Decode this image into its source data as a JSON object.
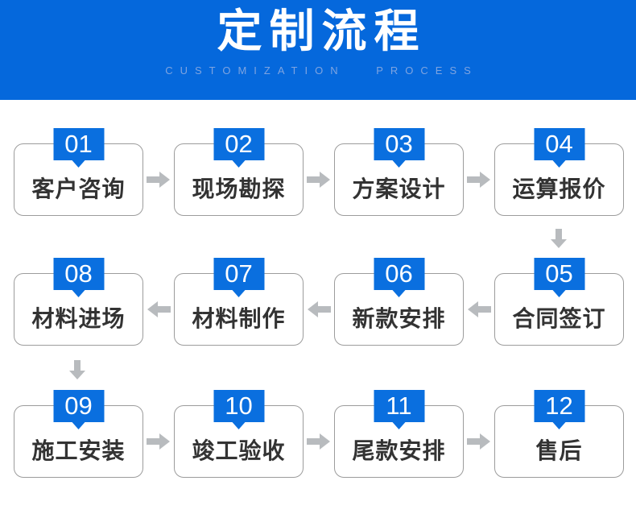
{
  "banner": {
    "title": "定制流程",
    "subtitle": "CUSTOMIZATION PROCESS",
    "background_color": "#0568DC",
    "title_color": "#FFFFFF",
    "subtitle_color": "#7FA4E0"
  },
  "flow": {
    "badge_color": "#0A6FDF",
    "badge_text_color": "#FFFFFF",
    "box_border_color": "#9C9C9C",
    "box_background": "#FFFFFF",
    "label_color": "#333333",
    "arrow_color": "#B8BBBE",
    "row_order": [
      [
        "01",
        "02",
        "03",
        "04"
      ],
      [
        "08",
        "07",
        "06",
        "05"
      ],
      [
        "09",
        "10",
        "11",
        "12"
      ]
    ],
    "arrow_directions": [
      "right",
      "left",
      "right"
    ],
    "connectors": [
      "down after 04",
      "down after 08"
    ],
    "steps": [
      {
        "number": "01",
        "label": "客户咨询"
      },
      {
        "number": "02",
        "label": "现场勘探"
      },
      {
        "number": "03",
        "label": "方案设计"
      },
      {
        "number": "04",
        "label": "运算报价"
      },
      {
        "number": "05",
        "label": "合同签订"
      },
      {
        "number": "06",
        "label": "新款安排"
      },
      {
        "number": "07",
        "label": "材料制作"
      },
      {
        "number": "08",
        "label": "材料进场"
      },
      {
        "number": "09",
        "label": "施工安装"
      },
      {
        "number": "10",
        "label": "竣工验收"
      },
      {
        "number": "11",
        "label": "尾款安排"
      },
      {
        "number": "12",
        "label": "售后"
      }
    ]
  }
}
